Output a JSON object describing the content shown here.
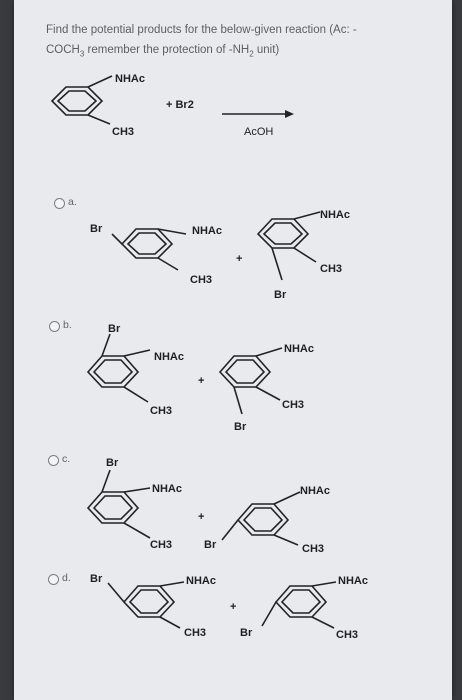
{
  "question": {
    "line1": "Find the potential products for the below-given reaction (Ac: -",
    "line2_a": "COCH",
    "line2_sub": "3",
    "line2_b": " remember the protection of -NH",
    "line2_sub2": "2",
    "line2_c": " unit)"
  },
  "reaction": {
    "reactant_top": "NHAc",
    "reactant_bottom": "CH3",
    "reagent": "+ Br2",
    "solvent": "AcOH"
  },
  "options": [
    {
      "letter": "a.",
      "p1": [
        "Br",
        "NHAc",
        "CH3"
      ],
      "plus": "+",
      "p2": [
        "NHAc",
        "CH3",
        "Br"
      ]
    },
    {
      "letter": "b.",
      "p1": [
        "Br",
        "NHAc",
        "CH3"
      ],
      "plus": "+",
      "p2": [
        "NHAc",
        "CH3",
        "Br"
      ]
    },
    {
      "letter": "c.",
      "p1": [
        "Br",
        "NHAc",
        "CH3"
      ],
      "plus": "+",
      "p2": [
        "Br",
        "NHAc",
        "CH3"
      ]
    },
    {
      "letter": "d.",
      "p1": [
        "Br",
        "NHAc",
        "CH3"
      ],
      "plus": "+",
      "p2": [
        "Br",
        "NHAc",
        "CH3"
      ]
    }
  ]
}
